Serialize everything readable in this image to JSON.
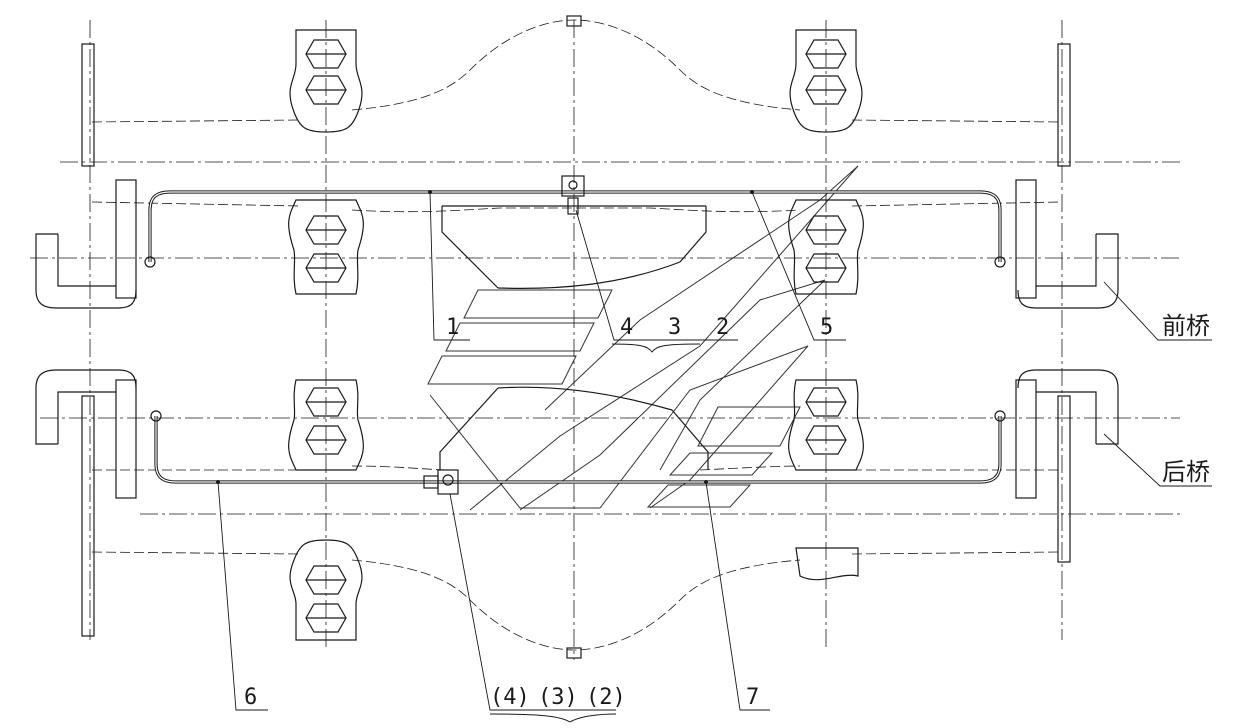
{
  "callouts": {
    "c1": "1",
    "c4": "4",
    "c3": "3",
    "c2": "2",
    "c5": "5",
    "c6": "6",
    "c7": "7",
    "c4b": "(4)",
    "c3b": "(3)",
    "c2b": "(2)"
  },
  "axle_labels": {
    "front": "前桥",
    "rear": "后桥"
  }
}
